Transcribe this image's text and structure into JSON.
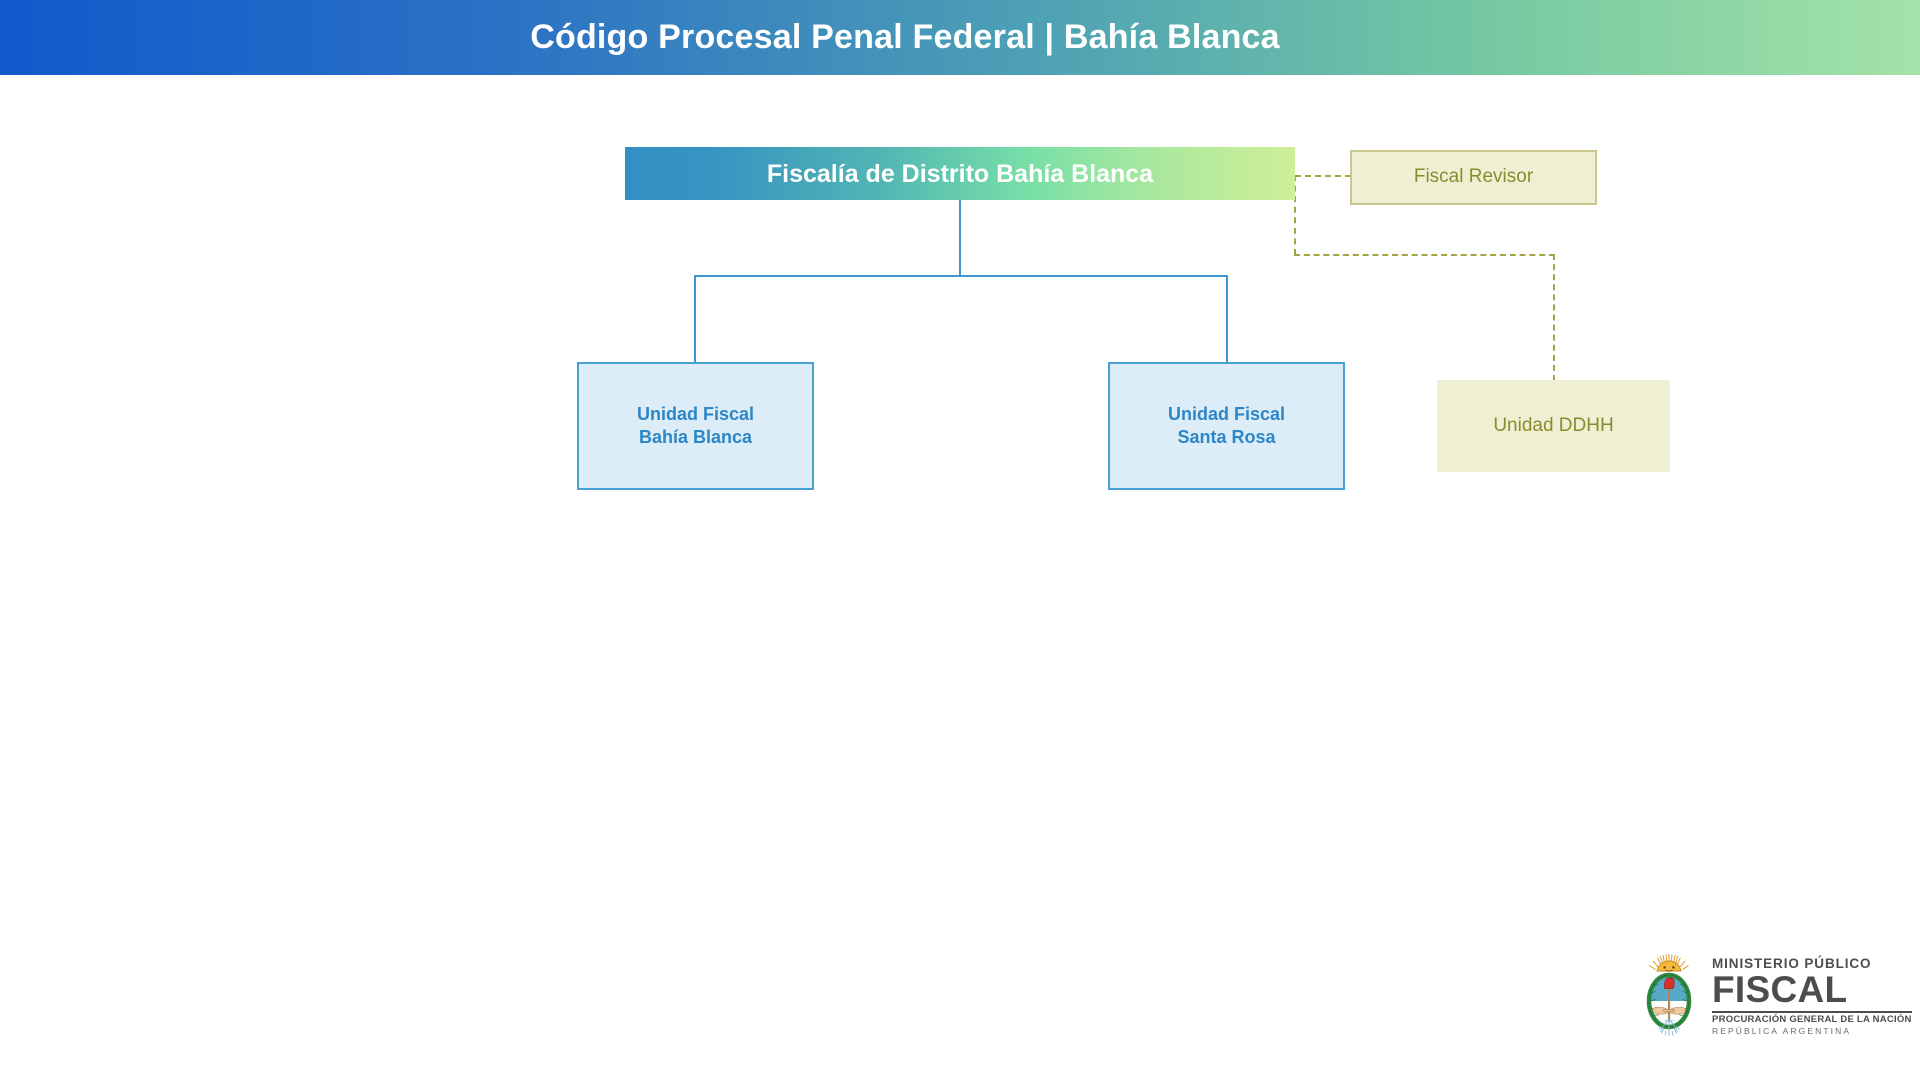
{
  "header": {
    "title": "Código Procesal Penal Federal | Bahía Blanca",
    "gradient_from": "#1059CC",
    "gradient_to": "#A4E2A8",
    "text_color": "#FFFFFF"
  },
  "org_chart": {
    "root": {
      "label": "Fiscalía de Distrito Bahía Blanca",
      "fill_from": "#3290C4",
      "fill_to": "#CFEE98",
      "text_color": "#FFFFFF"
    },
    "children": [
      {
        "label_line1": "Unidad Fiscal",
        "label_line2": "Bahía Blanca",
        "fill": "#DCEDF7",
        "border": "#4A9FD5",
        "text_color": "#2E86C7",
        "link_style": "solid"
      },
      {
        "label_line1": "Unidad Fiscal",
        "label_line2": "Santa Rosa",
        "fill": "#DCEDF7",
        "border": "#4A9FD5",
        "text_color": "#2E86C7",
        "link_style": "solid"
      }
    ],
    "associated": [
      {
        "label": "Fiscal Revisor",
        "fill": "#EFF0D3",
        "border": "#C8C88C",
        "text_color": "#8A8B2E",
        "link_style": "dashed"
      },
      {
        "label": "Unidad DDHH",
        "fill": "#EFF0D3",
        "border": "none",
        "text_color": "#8A8B2E",
        "link_style": "dashed"
      }
    ],
    "connector_solid_color": "#3E95D0",
    "connector_dashed_color": "#A3A444"
  },
  "logo": {
    "line1": "MINISTERIO PÚBLICO",
    "line2": "FISCAL",
    "line3": "PROCURACIÓN GENERAL DE LA NACIÓN",
    "line4": "REPÚBLICA ARGENTINA",
    "crest_name": "argentina-coat-of-arms",
    "text_color": "#4D4D4D"
  }
}
